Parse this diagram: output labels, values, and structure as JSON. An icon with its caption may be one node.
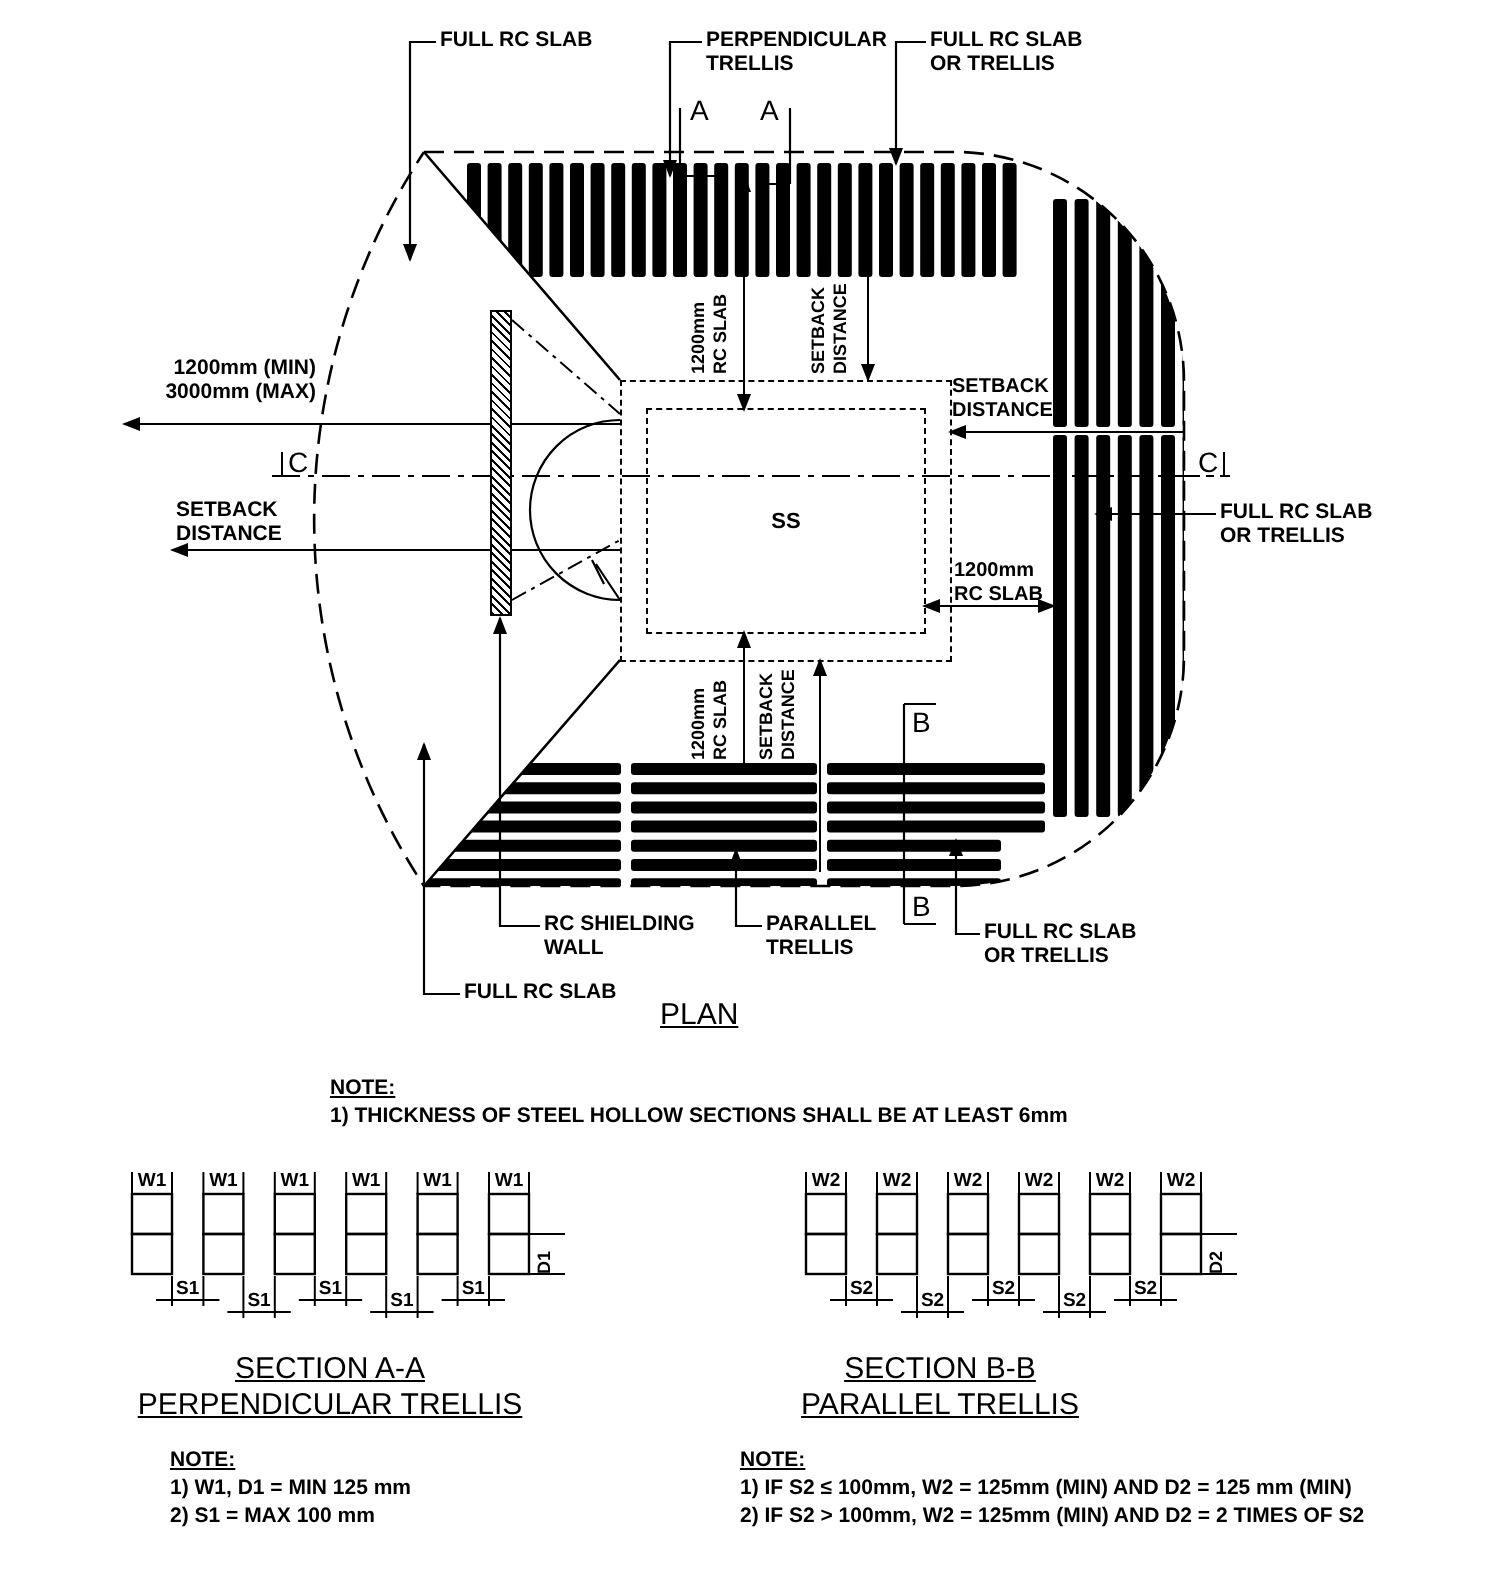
{
  "diagram": {
    "nodes": [
      {
        "text": [
          "FULL RC SLAB"
        ]
      },
      {
        "text": [
          "PERPENDICULAR TRELLIS"
        ]
      },
      {
        "text": [
          "FULL RC SLAB OR TRELLIS"
        ]
      },
      {
        "text": [
          "FULL RC SLAB OR TRELLIS"
        ]
      },
      {
        "text": [
          "RC SHIELDING WALL"
        ]
      },
      {
        "text": [],
        "shape": "bar"
      },
      {
        "text": [
          "PARALLEL TRELLIS"
        ]
      },
      {
        "text": [
          "FULL RC SLAB OR TRELLIS"
        ]
      },
      {
        "text": [
          "FULL RC SLAB"
        ]
      },
      {
        "text": [],
        "shape": "box"
      },
      {
        "text": [
          "SS"
        ],
        "in": 9
      }
    ],
    "edges": [
      {
        "from": 0,
        "to": null,
        "arrow": "to"
      },
      {
        "from": 1,
        "to": null,
        "arrow": "to"
      },
      {
        "from": 2,
        "to": null,
        "arrow": "to"
      },
      {
        "from": 3,
        "to": null,
        "arrow": "to"
      },
      {
        "from": 4,
        "to": 5,
        "arrow": "to"
      },
      {
        "from": 6,
        "to": null,
        "arrow": "to"
      },
      {
        "from": 7,
        "to": null,
        "arrow": "to"
      },
      {
        "from": 8,
        "to": null,
        "arrow": "to"
      }
    ],
    "labels": [
      "A",
      "A",
      "1200mm RC SLAB",
      "SETBACK DISTANCE",
      "1200mm (MIN) 3000mm (MAX)",
      "C",
      "C",
      "SETBACK DISTANCE",
      "SETBACK DISTANCE",
      "1200mm RC SLAB",
      "1200mm RC SLAB",
      "SETBACK DISTANCE",
      "B",
      "B",
      "PLAN",
      "NOTE:",
      "1) THICKNESS OF STEEL HOLLOW SECTIONS SHALL BE AT LEAST 6mm",
      "W1",
      "W1",
      "W1",
      "W1",
      "W1",
      "W1",
      "D1",
      "S1",
      "S1",
      "S1",
      "S1",
      "S1",
      "W2",
      "W2",
      "W2",
      "W2",
      "W2",
      "W2",
      "D2",
      "S2",
      "S2",
      "S2",
      "S2",
      "S2",
      "SECTION A-A",
      "PERPENDICULAR TRELLIS",
      "SECTION B-B",
      "PARALLEL TRELLIS",
      "NOTE:",
      "1) W1, D1 = MIN 125 mm",
      "2) S1 = MAX 100 mm",
      "NOTE:",
      "1) IF S2 ≤ 100mm, W2 = 125mm (MIN) AND D2 = 125 mm (MIN)",
      "2) IF S2 > 100mm, W2 = 125mm (MIN) AND D2 = 2 TIMES OF S2"
    ]
  }
}
